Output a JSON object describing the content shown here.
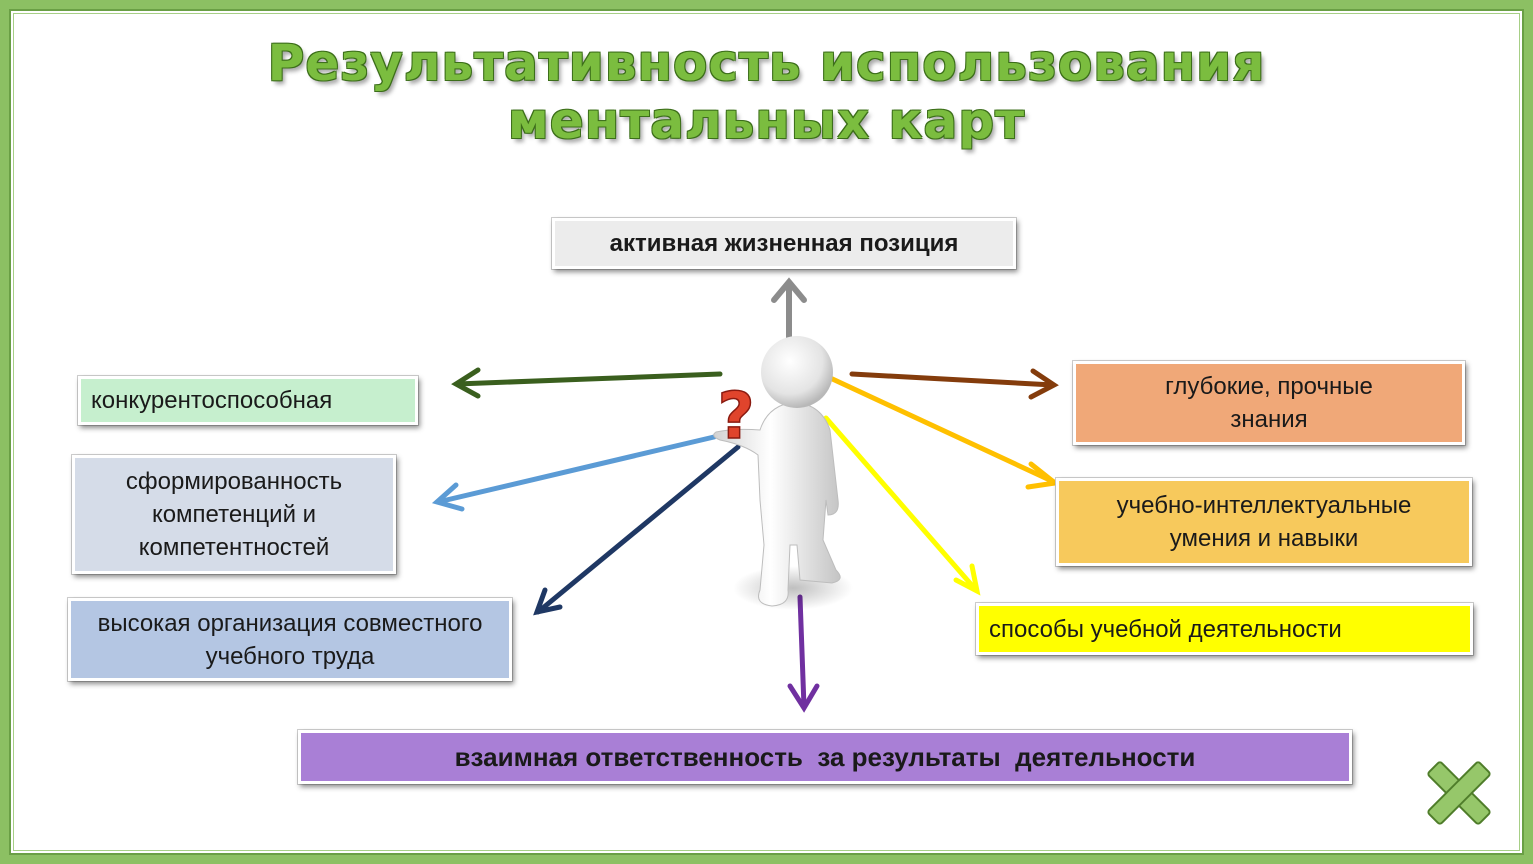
{
  "title": {
    "line1": "Результативность использования",
    "line2": "ментальных карт"
  },
  "center": {
    "figure_icon": "person-icon",
    "question_mark": "?"
  },
  "nodes": {
    "top": "активная жизненная позиция",
    "left1": "конкурентоспособная",
    "left2": "сформированность компетенций и компетентностей",
    "left3": "высокая организация совместного учебного труда",
    "right1": "глубокие, прочные знания",
    "right2": "учебно-интеллектуальные умения и навыки",
    "right3": "способы учебной деятельности",
    "bottom": "взаимная ответственность  за результаты  деятельности"
  },
  "colors": {
    "frame": "#8cc063",
    "title": "#7bbd3f",
    "top_box": "#ececec",
    "left1_box": "#c6efce",
    "left2_box": "#d5dce8",
    "left3_box": "#b4c6e3",
    "right1_box": "#f0a878",
    "right2_box": "#f7c95c",
    "right3_box": "#ffff00",
    "bottom_box": "#a97fd6",
    "arrow_top": "#8c8c8c",
    "arrow_left1": "#3a5f1e",
    "arrow_left2": "#5b9bd5",
    "arrow_left3": "#1f3864",
    "arrow_right1": "#843c0c",
    "arrow_right2": "#ffc000",
    "arrow_right3": "#ffff00",
    "arrow_bottom": "#7030a0"
  },
  "nav": {
    "close_icon": "close-x-icon"
  }
}
